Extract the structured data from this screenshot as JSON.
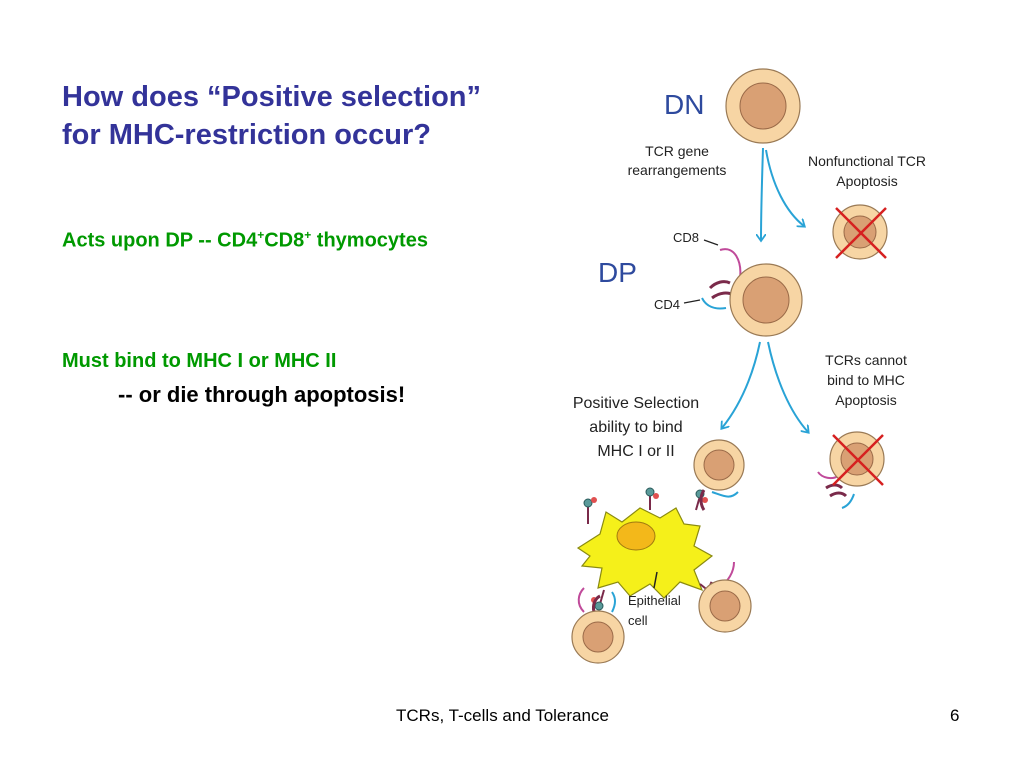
{
  "title_line1": "How does “Positive selection”",
  "title_line2": "for MHC-restriction occur?",
  "acts_upon": {
    "prefix": "Acts upon  DP -- CD4",
    "sup1": "+",
    "mid": "CD8",
    "sup2": "+",
    "suffix": " thymocytes"
  },
  "must_bind": "Must bind to MHC I or MHC II",
  "or_die": "-- or die through apoptosis!",
  "footer": {
    "center": "TCRs, T-cells and Tolerance",
    "page": "6"
  },
  "diagram": {
    "dn_label": "DN",
    "dp_label": "DP",
    "tcr_gene_1": "TCR gene",
    "tcr_gene_2": "rearrangements",
    "nonfunctional_1": "Nonfunctional TCR",
    "nonfunctional_2": "Apoptosis",
    "cd8": "CD8",
    "cd4": "CD4",
    "tcrs_cannot_1": "TCRs cannot",
    "tcrs_cannot_2": "bind to MHC",
    "tcrs_cannot_3": "Apoptosis",
    "pos_sel_1": "Positive Selection",
    "pos_sel_2": "ability to bind",
    "pos_sel_3": "MHC I or II",
    "epithelial_1": "Epithelial",
    "epithelial_2": "cell",
    "colors": {
      "title_blue": "#333399",
      "green_text": "#009900",
      "stage_label_blue": "#2e4a9e",
      "arrow_blue": "#29a3d6",
      "cell_outer": "#f7d5a4",
      "cell_nucleus": "#d9a074",
      "epithelial_yellow": "#f5f01a",
      "cross_red": "#d62020",
      "receptor_purple": "#7a2a4a",
      "cd8_pink": "#c04a9a"
    }
  }
}
